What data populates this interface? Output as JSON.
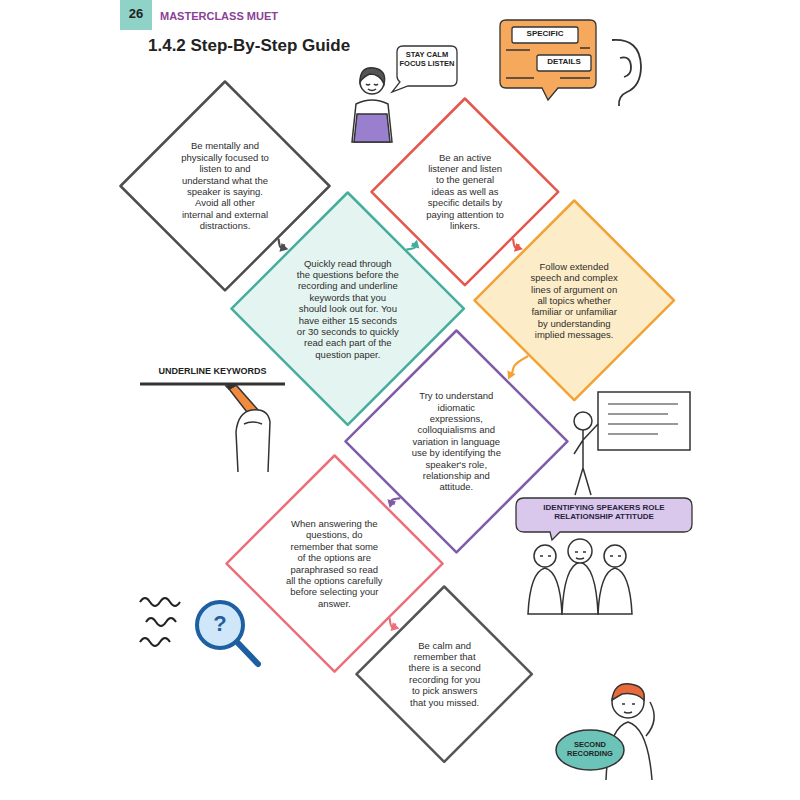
{
  "diagram": {
    "title": "1.4.2 Step-By-Step Guide",
    "nodes": [
      {
        "text": [
          "Be mentally and physically focused to listen to and understand what the speaker is saying. Avoid all other internal and external distractions."
        ]
      },
      {
        "text": [
          "Quickly read through the questions before the recording and underline keywords that you should look out for. You have either 15 seconds or 30 seconds to quickly read each part of the question paper."
        ]
      },
      {
        "text": [
          "Be an active listener and listen to the general ideas as well as specific details by paying attention to linkers."
        ]
      },
      {
        "text": [
          "Follow extended speech and complex lines of argument on all topics whether familiar or unfamiliar by understanding implied messages."
        ]
      },
      {
        "text": [
          "Try to understand idiomatic expressions, colloquialisms and variation in language use by identifying the speaker's role, relationship and attitude."
        ]
      },
      {
        "text": [
          "When answering the questions, do remember that some of the options are paraphrased so read all the options carefully before selecting your answer."
        ]
      },
      {
        "text": [
          "Be calm and remember that there is a second recording for you to pick answers that you missed."
        ]
      }
    ],
    "edges": [
      {
        "from": 0,
        "to": 1,
        "arrow": "to"
      },
      {
        "from": 1,
        "to": 2,
        "arrow": "to"
      },
      {
        "from": 2,
        "to": 3,
        "arrow": "to"
      },
      {
        "from": 3,
        "to": 4,
        "arrow": "to"
      },
      {
        "from": 4,
        "to": 5,
        "arrow": "to"
      },
      {
        "from": 5,
        "to": 6,
        "arrow": "to"
      }
    ],
    "labels": [
      "26",
      "MASTERCLASS MUET",
      "STAY CALM FOCUS LISTEN",
      "SPECIFIC",
      "DETAILS",
      "UNDERLINE KEYWORDS",
      "IDENTIFYING SPEAKERS ROLE RELATIONSHIP ATTITUDE",
      "?",
      "SECOND RECORDING"
    ]
  }
}
